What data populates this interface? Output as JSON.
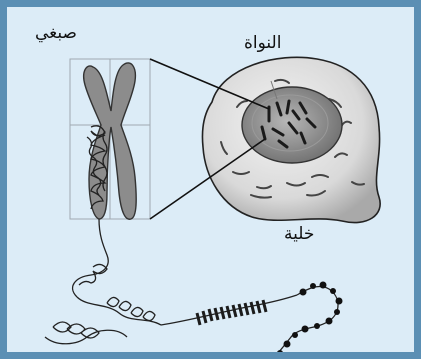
{
  "diagram": {
    "labels": {
      "chromosome": "صبغي",
      "nucleus": "النواة",
      "cell": "خلية"
    },
    "colors": {
      "frame_border": "#5b8fb4",
      "background": "#dcecf7",
      "cell_fill": "#d6d6d6",
      "nucleus_fill": "#8a8a8a",
      "chromosome_fill": "#8c8c8c"
    }
  }
}
